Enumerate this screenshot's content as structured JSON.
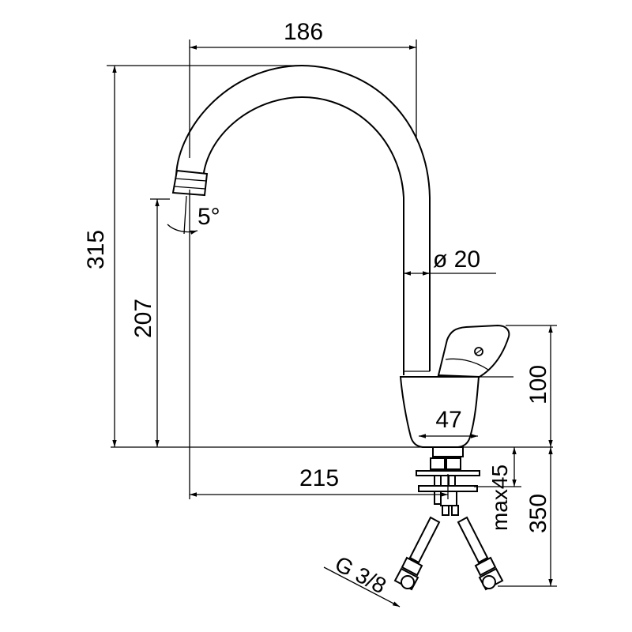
{
  "dimensions": {
    "spout_reach": "186",
    "total_height": "315",
    "spout_outlet_height": "207",
    "spout_angle": "5°",
    "spout_diameter": "ø 20",
    "body_height": "100",
    "base_diameter": "47",
    "overall_reach": "215",
    "max_counter_thickness": "max45",
    "hose_length": "350",
    "connection_thread": "G 3/8"
  }
}
